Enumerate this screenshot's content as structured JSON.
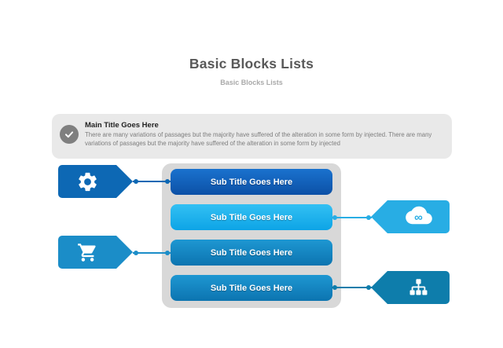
{
  "header": {
    "title": "Basic Blocks Lists",
    "subtitle": "Basic Blocks Lists",
    "title_color": "#595959",
    "subtitle_color": "#a9a9a9"
  },
  "banner": {
    "title": "Main Title Goes Here",
    "description": "There are many variations of passages but the majority have  suffered of the alteration in some form by injected. There are many variations of passages but the majority have  suffered of the alteration in some form by injected",
    "background": "#e9e9e9",
    "circle_color": "#7f7f7f",
    "icon": "checkmark-icon"
  },
  "diagram": {
    "panel_background": "#d8d8d8",
    "rows": [
      {
        "label": "Sub Title Goes Here",
        "gradient_top": "#1a72ce",
        "gradient_bottom": "#0c50a6",
        "connector_side": "left"
      },
      {
        "label": "Sub Title Goes Here",
        "gradient_top": "#33c0f3",
        "gradient_bottom": "#0da4e6",
        "connector_side": "right"
      },
      {
        "label": "Sub Title Goes Here",
        "gradient_top": "#1e97d2",
        "gradient_bottom": "#0c74b0",
        "connector_side": "left"
      },
      {
        "label": "Sub Title Goes Here",
        "gradient_top": "#1e97d2",
        "gradient_bottom": "#0c74b0",
        "connector_side": "right"
      }
    ],
    "tags": [
      {
        "icon": "gear-icon",
        "side": "left",
        "color": "#0d68b4",
        "connects_row": 0
      },
      {
        "icon": "shopping-cart-icon",
        "side": "left",
        "color": "#1b8dc8",
        "connects_row": 2
      },
      {
        "icon": "cloud-infinity-icon",
        "side": "right",
        "color": "#28ade4",
        "connects_row": 1
      },
      {
        "icon": "sitemap-icon",
        "side": "right",
        "color": "#0e7dab",
        "connects_row": 3
      }
    ],
    "icons": {
      "infinity_glyph": "∞"
    }
  }
}
